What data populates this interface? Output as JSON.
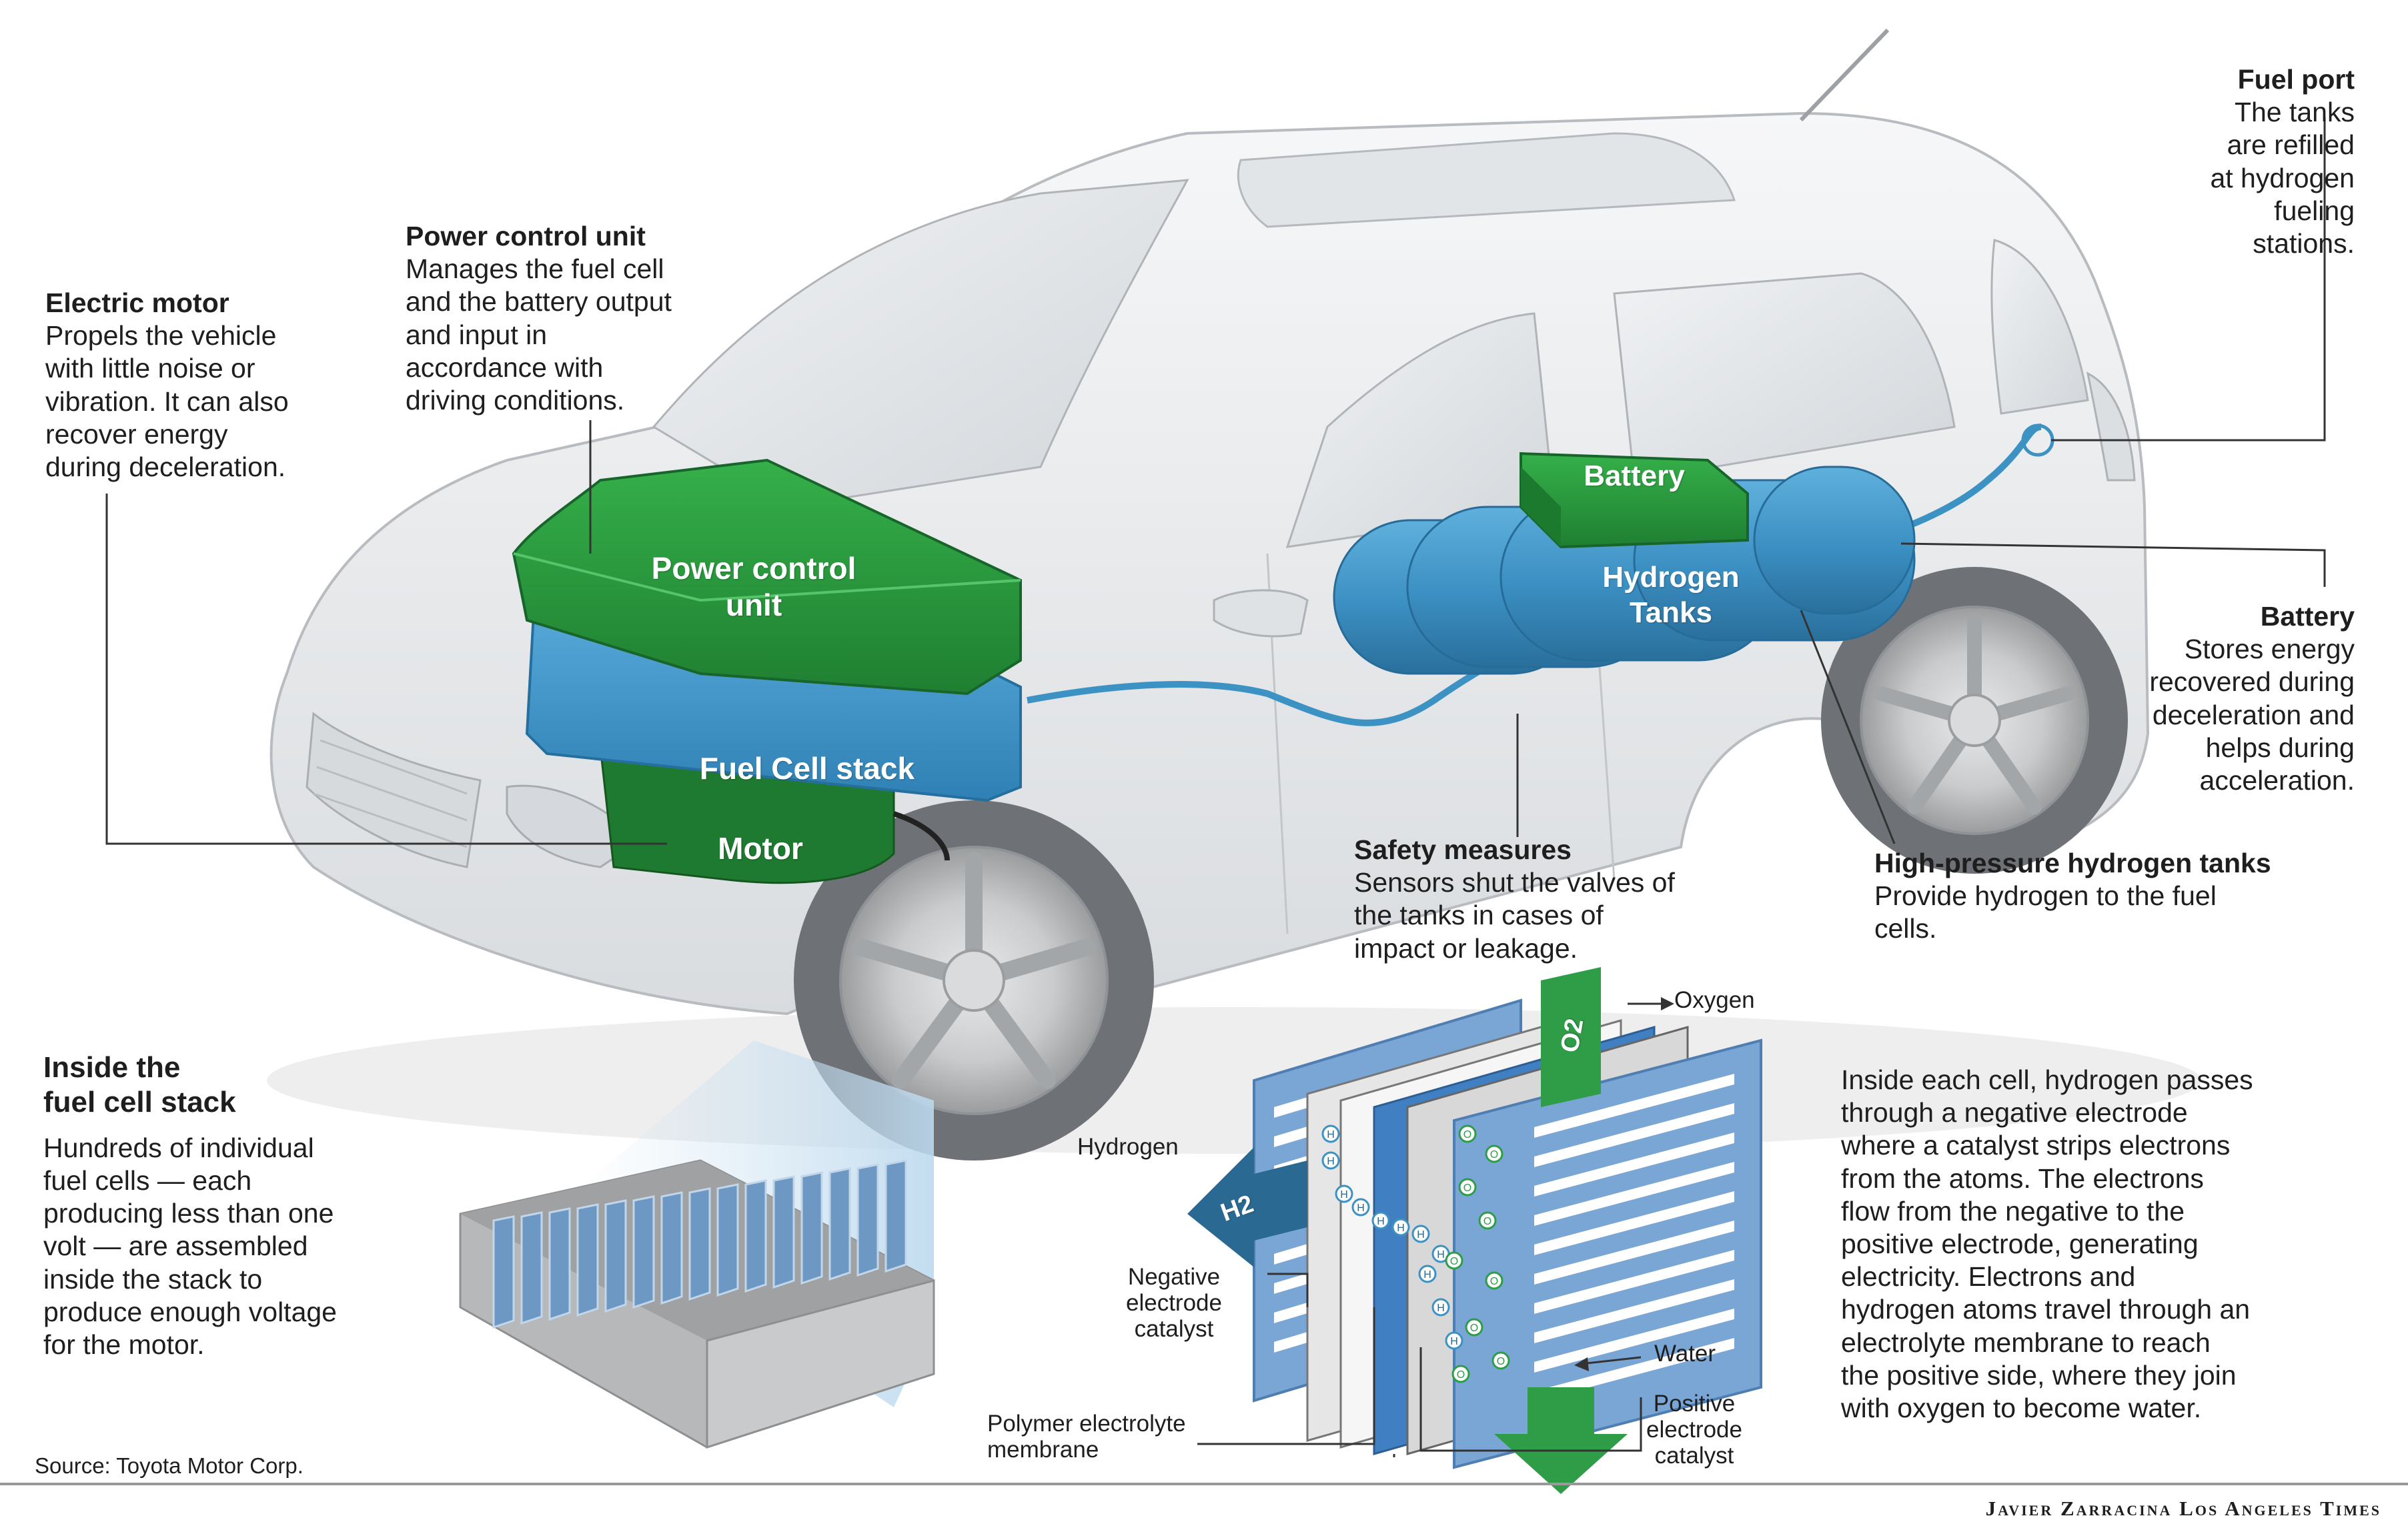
{
  "colors": {
    "green": "#2a9a3c",
    "blue": "#3d92c4",
    "dark_blue": "#2a6a92",
    "membrane_green": "#2f9c48",
    "car_body": "#e9ebed"
  },
  "parts": {
    "power_control_unit": "Power control unit",
    "fuel_cell_stack": "Fuel Cell stack",
    "motor": "Motor",
    "battery": "Battery",
    "hydrogen_tanks": "Hydrogen Tanks"
  },
  "callouts": {
    "electric_motor": {
      "title": "Electric motor",
      "lines": [
        "Propels the vehicle",
        "with little noise or",
        "vibration. It can also",
        "recover energy",
        "during deceleration."
      ]
    },
    "power_control_unit": {
      "title": "Power control unit",
      "lines": [
        "Manages the fuel cell",
        "and the battery output",
        "and input in",
        "accordance with",
        "driving conditions."
      ]
    },
    "fuel_port": {
      "title": "Fuel port",
      "lines": [
        "The tanks",
        "are refilled",
        "at hydrogen",
        "fueling",
        "stations."
      ]
    },
    "battery": {
      "title": "Battery",
      "lines": [
        "Stores energy",
        "recovered during",
        "deceleration and",
        "helps during",
        "acceleration."
      ]
    },
    "safety_measures": {
      "title": "Safety measures",
      "lines": [
        "Sensors shut the valves of",
        "the tanks in cases of",
        "impact or leakage."
      ]
    },
    "hp_tanks": {
      "title": "High-pressure hydrogen tanks",
      "lines": [
        "Provide hydrogen to the fuel",
        "cells."
      ]
    }
  },
  "inside_stack": {
    "title_lines": [
      "Inside the",
      "fuel cell stack"
    ],
    "lines": [
      "Hundreds of individual",
      "fuel cells — each",
      "producing less than one",
      "volt — are assembled",
      "inside the stack to",
      "produce enough voltage",
      "for the motor."
    ]
  },
  "cell_diagram": {
    "oxygen": "Oxygen",
    "o2": "O2",
    "hydrogen": "Hydrogen",
    "h2": "H2",
    "h": "H",
    "o": "O",
    "negative_lines": [
      "Negative",
      "electrode",
      "catalyst"
    ],
    "polymer_lines": [
      "Polymer electrolyte",
      "membrane"
    ],
    "water": "Water",
    "positive_lines": [
      "Positive",
      "electrode",
      "catalyst"
    ]
  },
  "explanation": {
    "lines": [
      "Inside each cell, hydrogen passes",
      "through a negative electrode",
      "where a catalyst strips electrons",
      "from the atoms. The electrons",
      "flow from the negative to the",
      "positive electrode, generating",
      "electricity. Electrons and",
      "hydrogen atoms travel through an",
      "electrolyte membrane to reach",
      "the positive side, where they join",
      "with oxygen to become water."
    ]
  },
  "footer": {
    "source": "Source: Toyota Motor Corp.",
    "credit": "Javier Zarracina Los Angeles Times"
  }
}
